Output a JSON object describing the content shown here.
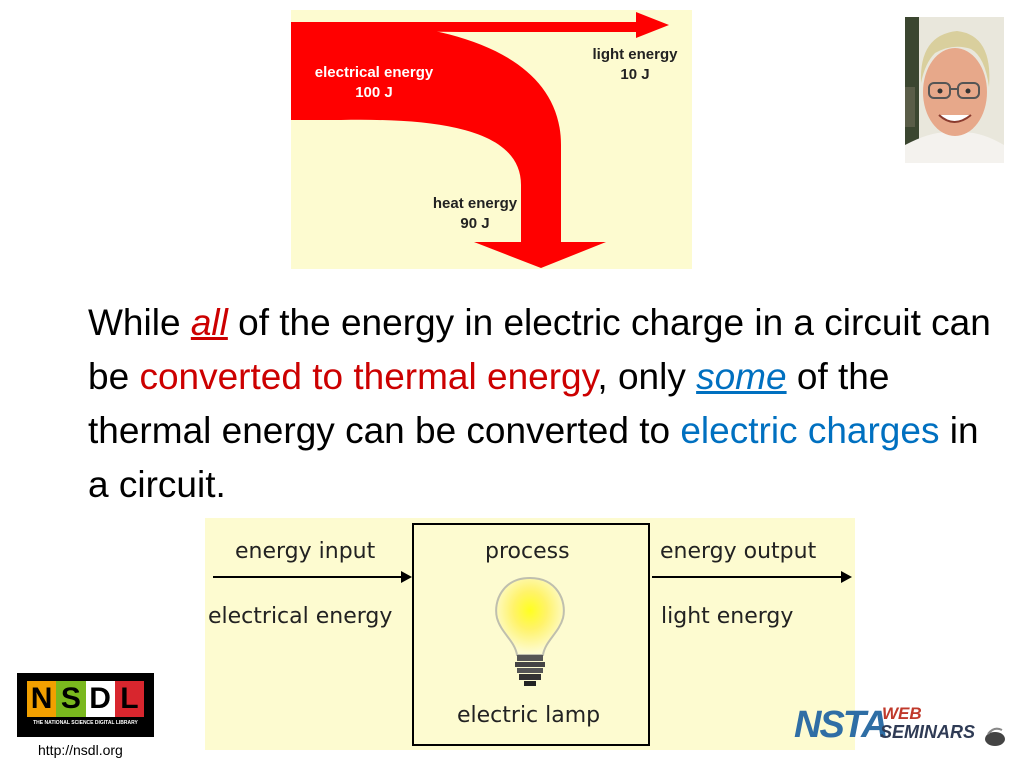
{
  "sankey": {
    "input": {
      "label": "electrical energy",
      "value": "100 J"
    },
    "light": {
      "label": "light energy",
      "value": "10 J"
    },
    "heat": {
      "label": "heat energy",
      "value": "90 J"
    }
  },
  "statement": {
    "p1": "While ",
    "all": "all",
    "p2": " of the energy in electric charge in a circuit can be ",
    "converted": "converted to thermal energy",
    "p3": ", only ",
    "some": "some",
    "p4": " of the thermal energy can be converted to ",
    "charges": "electric charges",
    "p5": " in a circuit."
  },
  "lamp_diagram": {
    "input_header": "energy input",
    "process_header": "process",
    "output_header": "energy output",
    "input_value": "electrical energy",
    "output_value": "light energy",
    "process_name": "electric lamp"
  },
  "logos": {
    "nsdl_letters": "NSDL",
    "nsdl_tagline": "THE NATIONAL SCIENCE DIGITAL LIBRARY",
    "nsdl_url": "http://nsdl.org",
    "nsta_letters": "NSTA",
    "nsta_web": "WEB",
    "nsta_seminars": "SEMINARS"
  },
  "colors": {
    "flow_red": "#ff0000",
    "panel_bg": "#fdfbd0",
    "highlight_red": "#cc0000",
    "highlight_blue": "#0070c0"
  }
}
